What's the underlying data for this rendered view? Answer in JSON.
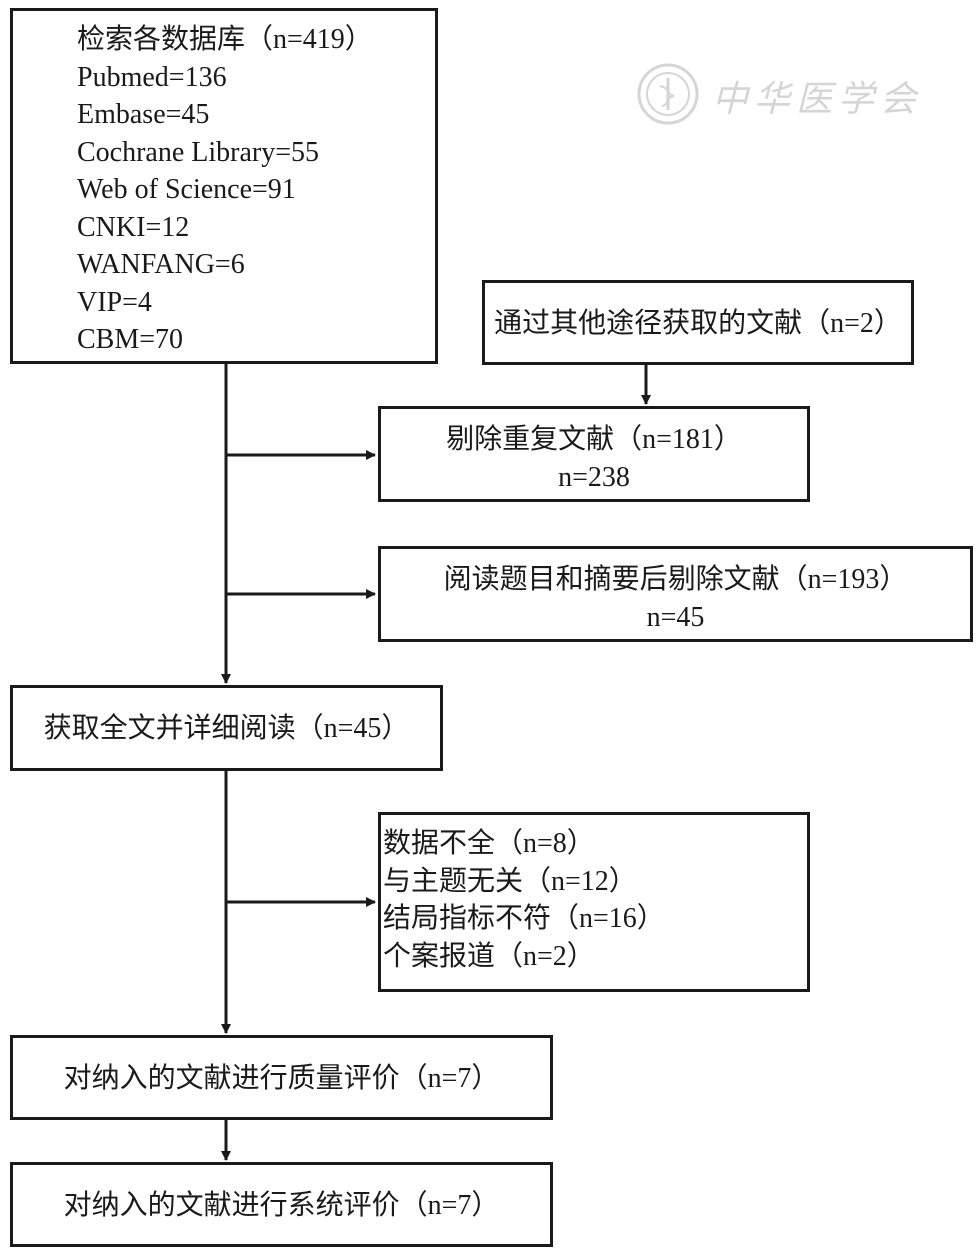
{
  "flowchart": {
    "search": {
      "title": "检索各数据库（n=419）",
      "lines": [
        "Pubmed=136",
        "Embase=45",
        "Cochrane Library=55",
        "Web of Science=91",
        "CNKI=12",
        "WANFANG=6",
        "VIP=4",
        "CBM=70"
      ]
    },
    "other_sources": "通过其他途径获取的文献（n=2）",
    "duplicates": {
      "title": "剔除重复文献（n=181）",
      "remaining": "n=238"
    },
    "abstract_screening": {
      "title": "阅读题目和摘要后剔除文献（n=193）",
      "remaining": "n=45"
    },
    "full_text": "获取全文并详细阅读（n=45）",
    "exclusions": [
      "数据不全（n=8）",
      "与主题无关（n=12）",
      "结局指标不符（n=16）",
      "个案报道（n=2）"
    ],
    "quality": "对纳入的文献进行质量评价（n=7）",
    "systematic_review": "对纳入的文献进行系统评价（n=7）"
  },
  "watermark": {
    "text": "中华医学会"
  },
  "colors": {
    "stroke": "#1a1a1a",
    "watermark": "#8a8a8a"
  }
}
